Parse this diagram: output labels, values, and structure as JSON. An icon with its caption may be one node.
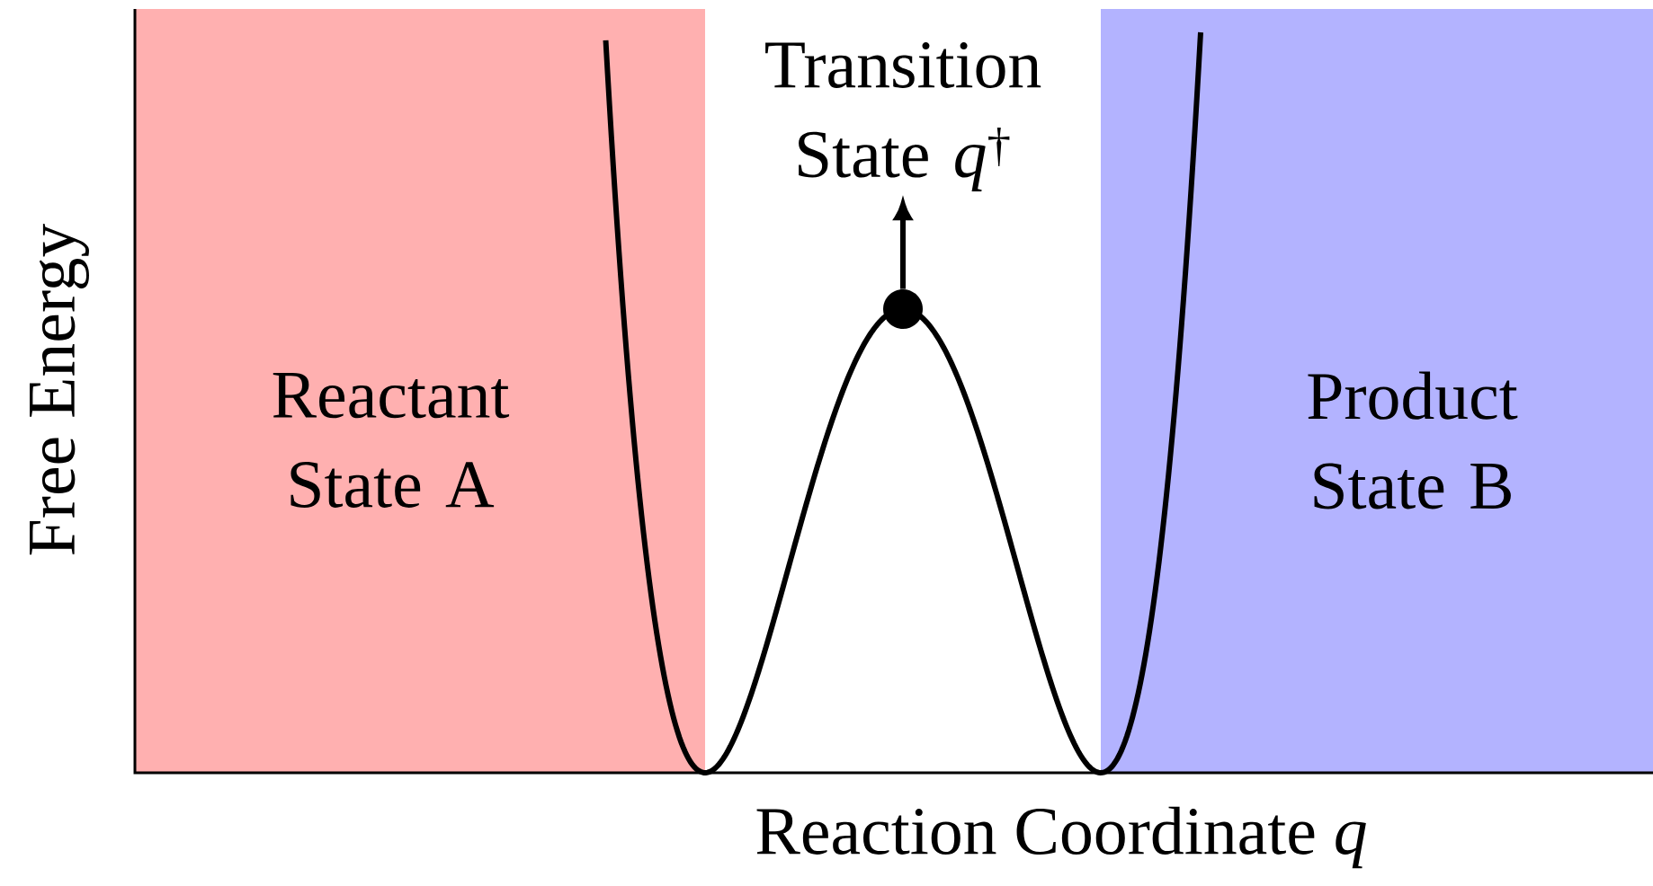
{
  "diagram": {
    "nodes": [
      {
        "text": [
          "Reactant State A"
        ]
      },
      {
        "text": [
          "Product State B"
        ]
      },
      {
        "text": [
          "Transition State *q*$^{†}$"
        ]
      },
      {
        "text": [],
        "shape": "circle"
      }
    ],
    "edges": [
      {
        "from": 3,
        "to": 2,
        "arrow": "to"
      }
    ],
    "labels": [
      "Free Energy",
      "Reaction Coordinate *q*"
    ]
  }
}
